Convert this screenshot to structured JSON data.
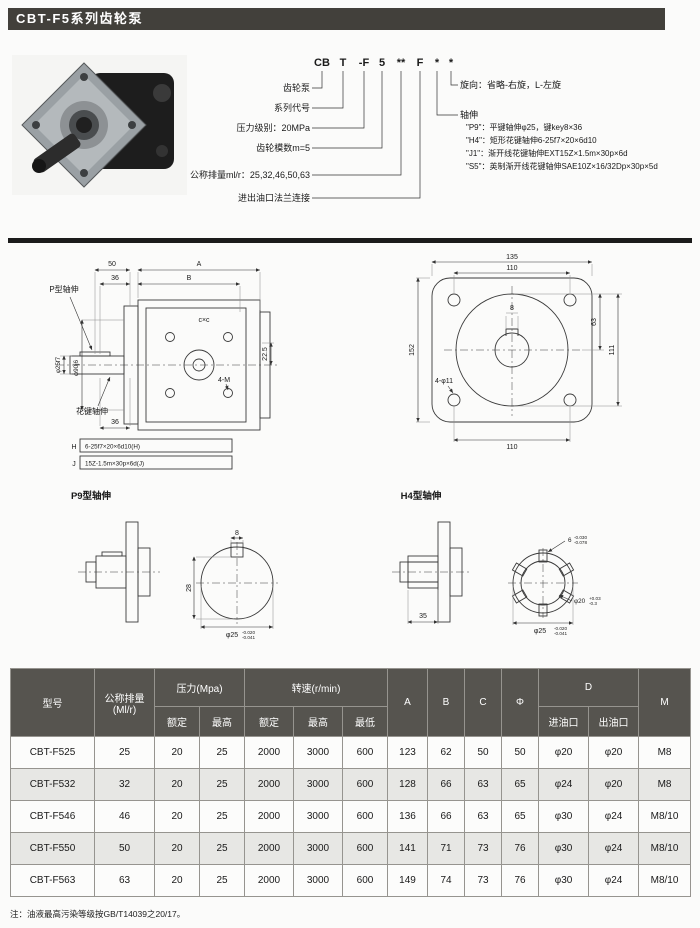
{
  "page": {
    "title": "CBT-F5系列齿轮泵",
    "footnote": "注：油液最高污染等级按GB/T14039之20/17。"
  },
  "model_code": {
    "parts": [
      "CB",
      "T",
      "-F",
      "5",
      "**",
      "F",
      "*",
      "*"
    ],
    "left_labels": [
      "齿轮泵",
      "系列代号",
      "压力级别：20MPa",
      "齿轮模数m=5",
      "公称排量ml/r：25,32,46,50,63",
      "进出油口法兰连接"
    ],
    "right_labels": {
      "rotation": "旋向：省略-右旋，L-左旋",
      "shaft": "轴伸",
      "shaft_options": [
        "\"P9\"：平键轴伸φ25，键key8×36",
        "\"H4\"：矩形花键轴伸6-25f7×20×6d10",
        "\"J1\"：渐开线花键轴伸EXT15Z×1.5m×30p×6d",
        "\"S5\"：英制渐开线花键轴伸SAE10Z×16/32Dp×30p×5d"
      ]
    }
  },
  "drawings": {
    "p_shaft_label": "P型轴伸",
    "spline_shaft_label": "花键轴伸",
    "p9_label": "P9型轴伸",
    "h4_label": "H4型轴伸",
    "spline_rows": [
      {
        "key": "H",
        "value": "6-25f7×20×6d10(H)"
      },
      {
        "key": "J",
        "value": "15Z-1.5m×30p×6d(J)"
      }
    ],
    "left_dims": {
      "d50": "50",
      "dA": "A",
      "d36_top": "36",
      "dB": "B",
      "d36_bottom": "36",
      "d22_5": "22.5",
      "holes": "4-M",
      "ports": "c×c",
      "shaft_dia": "φ25f7",
      "pilot_dia": "φ90j6"
    },
    "flange_dims": {
      "d135": "135",
      "d110_top": "110",
      "d8": "8",
      "d63": "63",
      "d111": "111",
      "d152": "152",
      "holes": "4-φ11",
      "d110_bottom": "110"
    },
    "p9_dims": {
      "key_width": "8",
      "d28": "28",
      "dia": "φ25",
      "dia_tol_top": "-0.020",
      "dia_tol_bot": "-0.041"
    },
    "h4_dims": {
      "d35": "35",
      "spline_w": "6",
      "spline_tol_top": "-0.030",
      "spline_tol_bot": "-0.078",
      "minor_dia": "φ20",
      "minor_tol_top": "+0.03",
      "minor_tol_bot": "-0.3",
      "major_dia": "φ25",
      "major_tol_top": "-0.020",
      "major_tol_bot": "-0.041"
    }
  },
  "table": {
    "headers": {
      "model": "型号",
      "displacement_l1": "公称排量",
      "displacement_l2": "(Ml/r)",
      "pressure": "压力(Mpa)",
      "rated": "额定",
      "max": "最高",
      "speed": "转速(r/min)",
      "speed_rated": "额定",
      "speed_max": "最高",
      "speed_min": "最低",
      "a": "A",
      "b": "B",
      "c": "C",
      "phi": "Φ",
      "d": "D",
      "inlet": "进油口",
      "outlet": "出油口",
      "m": "M"
    },
    "rows": [
      [
        "CBT-F525",
        "25",
        "20",
        "25",
        "2000",
        "3000",
        "600",
        "123",
        "62",
        "50",
        "50",
        "φ20",
        "φ20",
        "M8"
      ],
      [
        "CBT-F532",
        "32",
        "20",
        "25",
        "2000",
        "3000",
        "600",
        "128",
        "66",
        "63",
        "65",
        "φ24",
        "φ20",
        "M8"
      ],
      [
        "CBT-F546",
        "46",
        "20",
        "25",
        "2000",
        "3000",
        "600",
        "136",
        "66",
        "63",
        "65",
        "φ30",
        "φ24",
        "M8/10"
      ],
      [
        "CBT-F550",
        "50",
        "20",
        "25",
        "2000",
        "3000",
        "600",
        "141",
        "71",
        "73",
        "76",
        "φ30",
        "φ24",
        "M8/10"
      ],
      [
        "CBT-F563",
        "63",
        "20",
        "25",
        "2000",
        "3000",
        "600",
        "149",
        "74",
        "73",
        "76",
        "φ30",
        "φ24",
        "M8/10"
      ]
    ]
  }
}
